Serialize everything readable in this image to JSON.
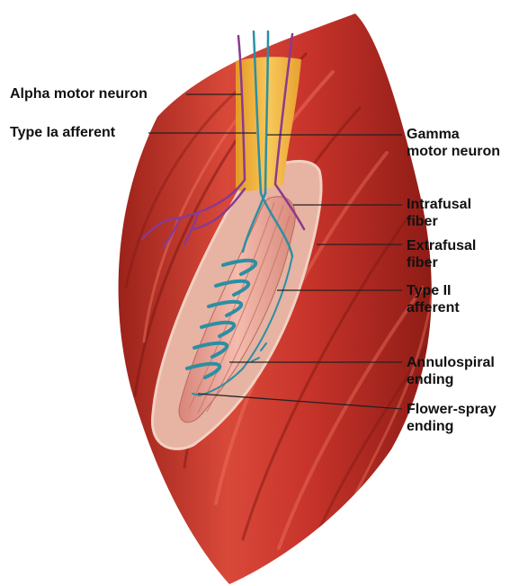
{
  "labels": {
    "alpha_motor_neuron": "Alpha motor neuron",
    "type_ia_afferent": "Type Ia afferent",
    "gamma_motor_neuron": [
      "Gamma",
      "motor neuron"
    ],
    "intrafusal_fiber": [
      "Intrafusal",
      "fiber"
    ],
    "extrafusal_fiber": [
      "Extrafusal",
      "fiber"
    ],
    "type_ii_afferent": [
      "Type II",
      "afferent"
    ],
    "annulospiral_ending": [
      "Annulospiral",
      "ending"
    ],
    "flower_spray_ending": [
      "Flower-spray",
      "ending"
    ]
  },
  "colors": {
    "muscle": "#c8342b",
    "muscle_light": "#e8604c",
    "muscle_dark": "#8e1c16",
    "spindle": "#e9a696",
    "nerve_sheath": "#f2b640",
    "sensory_nerve": "#2b8fa3",
    "motor_nerve": "#8a3a8f",
    "leader_line": "#222222"
  }
}
